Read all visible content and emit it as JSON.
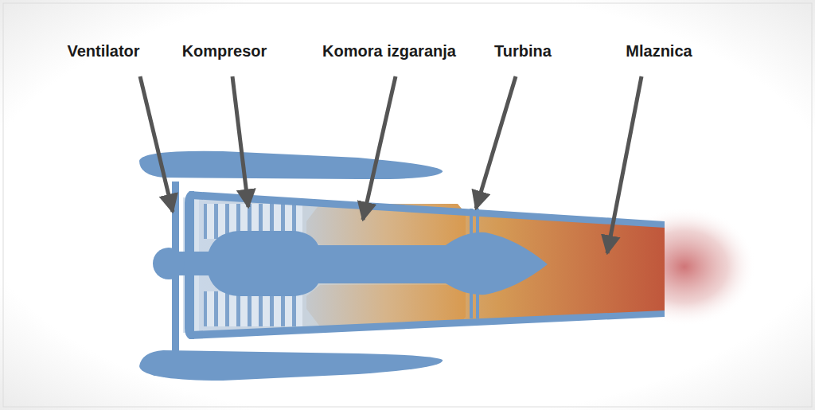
{
  "diagram": {
    "labels": [
      "Ventilator",
      "Kompresor",
      "Komora izgaranja",
      "Turbina",
      "Mlaznica"
    ]
  }
}
